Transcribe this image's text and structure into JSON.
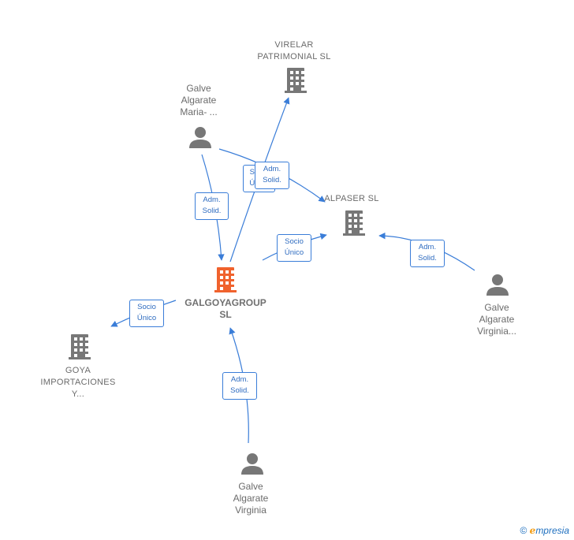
{
  "colors": {
    "edge": "#3a7dd8",
    "building": "#777777",
    "main_building": "#f0622d",
    "person": "#777777"
  },
  "nodes": {
    "virelar": {
      "line1": "VIRELAR",
      "line2": "PATRIMONIAL SL",
      "icon": "building-icon"
    },
    "galve_maria": {
      "line1": "Galve",
      "line2": "Algarate",
      "line3": "Maria- ...",
      "icon": "person-icon"
    },
    "alpaser": {
      "line1": "ALPASER SL",
      "icon": "building-icon"
    },
    "galgoya": {
      "line1": "GALGOYAGROUP",
      "line2": "SL",
      "icon": "building-icon"
    },
    "goya": {
      "line1": "GOYA",
      "line2": "IMPORTACIONES",
      "line3": "Y...",
      "icon": "building-icon"
    },
    "galve_virginia_right": {
      "line1": "Galve",
      "line2": "Algarate",
      "line3": "Virginia...",
      "icon": "person-icon"
    },
    "galve_virginia_bottom": {
      "line1": "Galve",
      "line2": "Algarate",
      "line3": "Virginia",
      "icon": "person-icon"
    }
  },
  "edges": {
    "maria_galgoya": {
      "line1": "Adm.",
      "line2": "Solid."
    },
    "galgoya_virelar": {
      "line1": "Socio",
      "line2": "Único"
    },
    "maria_alpaser": {
      "line1": "Adm.",
      "line2": "Solid."
    },
    "galgoya_alpaser": {
      "line1": "Socio",
      "line2": "Único"
    },
    "virginia_alpaser": {
      "line1": "Adm.",
      "line2": "Solid."
    },
    "galgoya_goya": {
      "line1": "Socio",
      "line2": "Único"
    },
    "virginia_galgoya": {
      "line1": "Adm.",
      "line2": "Solid."
    }
  },
  "brand": {
    "copyright": "©",
    "e": "e",
    "rest": "mpresia"
  }
}
